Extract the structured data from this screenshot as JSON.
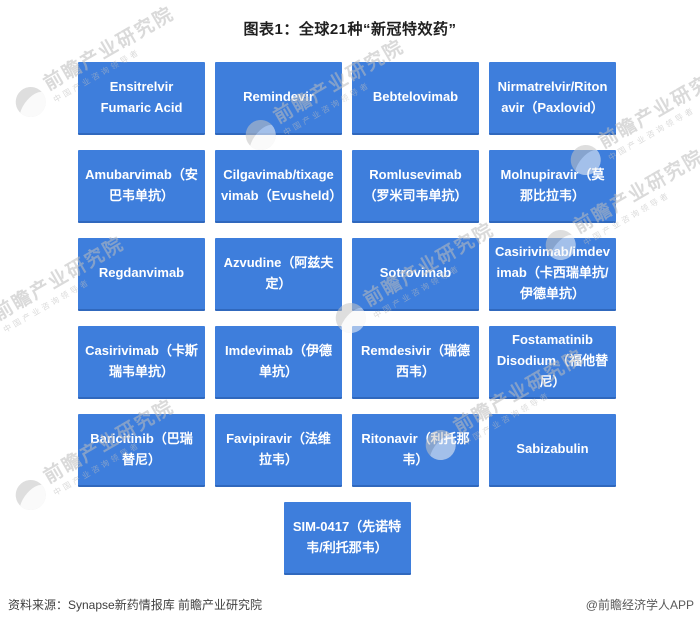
{
  "title": "图表1：全球21种“新冠特效药”",
  "drugs": [
    "Ensitrelvir Fumaric Acid",
    "Remindevir",
    "Bebtelovimab",
    "Nirmatrelvir/Ritonavir（Paxlovid）",
    "Amubarvimab（安巴韦单抗）",
    "Cilgavimab/tixagevimab（Evusheld）",
    "Romlusevimab（罗米司韦单抗）",
    "Molnupiravir（莫那比拉韦）",
    "Regdanvimab",
    "Azvudine（阿兹夫定）",
    "Sotrovimab",
    "Casirivimab/imdevimab（卡西瑞单抗/伊德单抗）",
    "Casirivimab（卡斯瑞韦单抗）",
    "Imdevimab（伊德单抗）",
    "Remdesivir（瑞德西韦）",
    "Fostamatinib Disodium（福他替尼）",
    "Baricitinib（巴瑞替尼）",
    "Favipiravir（法维拉韦）",
    "Ritonavir（利托那韦）",
    "Sabizabulin",
    "SIM-0417（先诺特韦/利托那韦）"
  ],
  "footer": {
    "source": "资料来源：Synapse新药情报库 前瞻产业研究院",
    "credit": "@前瞻经济学人APP"
  },
  "watermark": {
    "text": "前瞻产业研究院",
    "subtext": "中国产业咨询领导者"
  },
  "colors": {
    "box_blue": "#3E7EDC",
    "box_text": "#FFFFFF",
    "title_text": "#1F1F1F",
    "footer_text": "#3F3F3F",
    "watermark_gray": "#BDBDBD"
  }
}
